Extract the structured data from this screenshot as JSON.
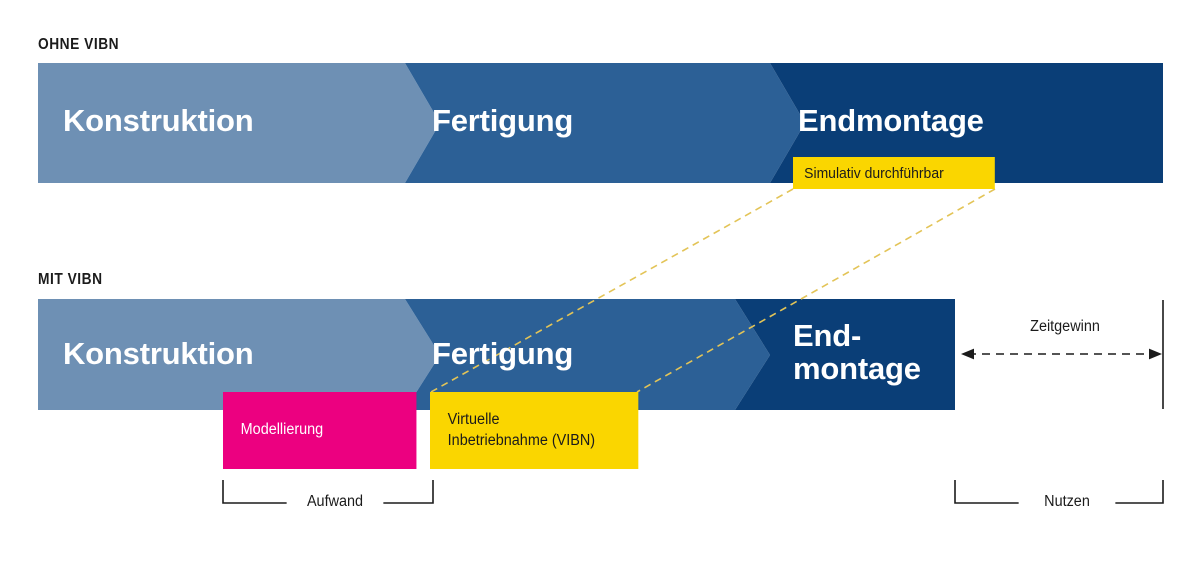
{
  "diagram": {
    "title_without": "OHNE VIBN",
    "title_with": "MIT VIBN",
    "colors": {
      "light_blue": "#6E90B4",
      "mid_blue": "#2C6096",
      "dark_blue": "#0A3E77",
      "magenta": "#EC0080",
      "yellow": "#FAD600",
      "dash_yellow": "#E8C85A",
      "text_dark": "#1b1b1b",
      "white": "#ffffff"
    },
    "row_without": {
      "label": "OHNE VIBN",
      "phases": [
        {
          "name": "Konstruktion",
          "color": "#6E90B4"
        },
        {
          "name": "Fertigung",
          "color": "#2C6096"
        },
        {
          "name": "Endmontage",
          "color": "#0A3E77"
        }
      ]
    },
    "row_with": {
      "label": "MIT VIBN",
      "phases": [
        {
          "name": "Konstruktion",
          "color": "#6E90B4"
        },
        {
          "name": "Fertigung",
          "color": "#2C6096"
        },
        {
          "name": "End-\nmontage",
          "line1": "End-",
          "line2": "montage",
          "color": "#0A3E77"
        }
      ]
    },
    "callout": {
      "text": "Simulativ durchführbar"
    },
    "effort_blocks": [
      {
        "name": "Modellierung",
        "color": "#EC0080",
        "text_color": "#ffffff",
        "line1": "Modellierung",
        "line2": ""
      },
      {
        "name": "Virtuelle Inbetriebnahme (VIBN)",
        "color": "#FAD600",
        "text_color": "#1b1b1b",
        "line1": "Virtuelle",
        "line2": "Inbetriebnahme (VIBN)"
      }
    ],
    "annotations": {
      "time_gain": "Zeitgewinn",
      "effort": "Aufwand",
      "benefit": "Nutzen"
    }
  }
}
